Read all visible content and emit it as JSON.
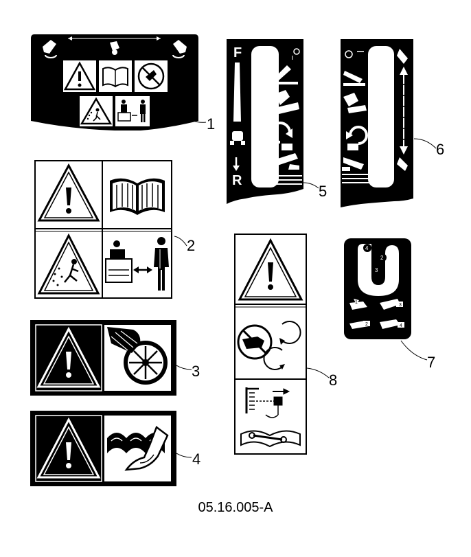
{
  "callouts": {
    "c1": "1",
    "c2": "2",
    "c3": "3",
    "c4": "4",
    "c5": "5",
    "c6": "6",
    "c7": "7",
    "c8": "8"
  },
  "decal5": {
    "top_letter": "F",
    "bottom_letter": "R"
  },
  "decal7": {
    "positions": [
      "4",
      "2",
      "3"
    ],
    "small_numbers": [
      "1",
      "2",
      "3",
      "4"
    ]
  },
  "figure_id": "05.16.005-A",
  "icons": {
    "warning": "warning-triangle-icon",
    "manual": "open-book-icon",
    "thrown_objects": "thrown-objects-icon",
    "bystander_distance": "bystander-distance-icon",
    "impeller_hand": "impeller-hand-hazard-icon",
    "auger_foot": "auger-foot-hazard-icon",
    "no_hand": "no-hand-icon",
    "rotation": "rotation-arrows-icon",
    "chute_rotate": "chute-rotate-icon"
  },
  "colors": {
    "ink": "#000000",
    "paper": "#ffffff"
  }
}
